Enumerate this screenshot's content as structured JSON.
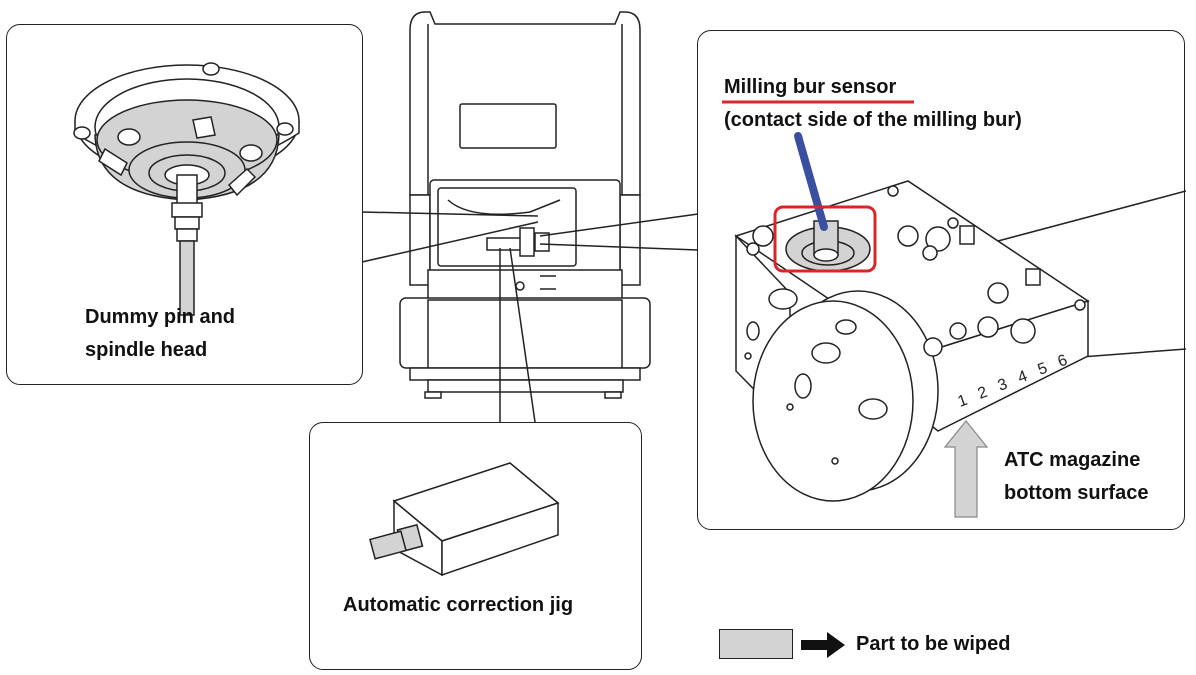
{
  "callouts": {
    "dummy_pin": {
      "line1": "Dummy pin and",
      "line2": "spindle head"
    },
    "correction_jig": "Automatic correction jig",
    "sensor": {
      "title": "Milling bur sensor",
      "subtitle": "(contact side of the milling bur)"
    },
    "atc": {
      "line1": "ATC magazine",
      "line2": "bottom surface"
    }
  },
  "legend": {
    "label": "Part to be wiped"
  },
  "magazine_numbers": [
    "1",
    "2",
    "3",
    "4",
    "5",
    "6"
  ],
  "colors": {
    "wipe_part": "#d3d3d3",
    "highlight": "#d9262b",
    "probe": "#3a4fa0",
    "outline": "#222222"
  }
}
